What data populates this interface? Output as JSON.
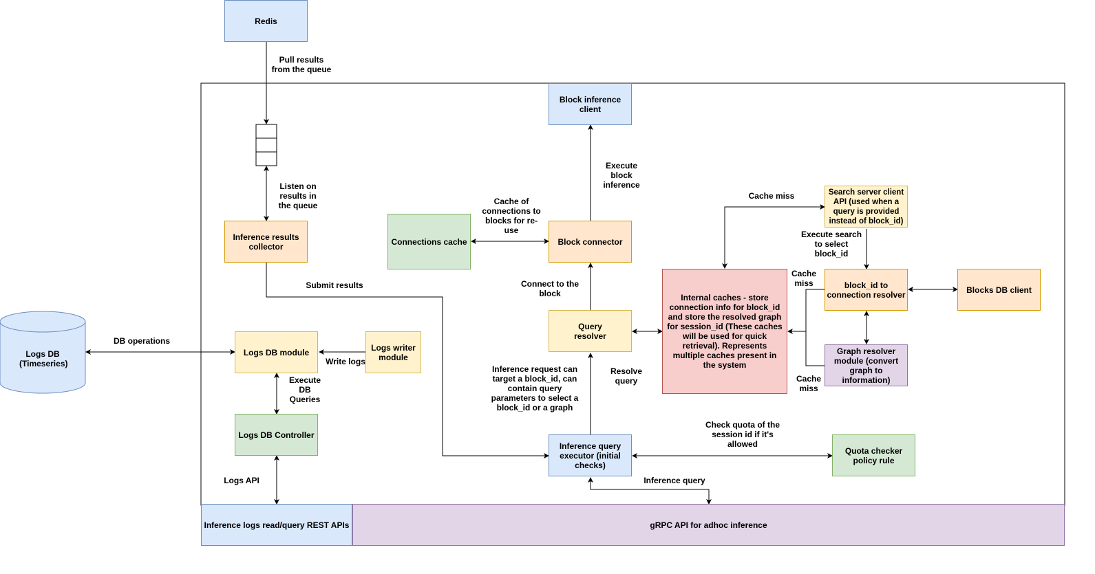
{
  "nodes": {
    "redis": "Redis",
    "block_inference_client": "Block inference client",
    "inference_results_collector": "Inference results collector",
    "connections_cache": "Connections cache",
    "block_connector": "Block connector",
    "search_server_client": "Search server client API (used when a query is provided instead of block_id)",
    "internal_caches": "Internal caches - store connection info for block_id and store the resolved graph for session_id (These caches will be used for quick retrieval). Represents multiple caches present in the system",
    "block_id_resolver": "block_id to connection resolver",
    "blocks_db_client": "Blocks DB client",
    "query_resolver": "Query resolver",
    "graph_resolver": "Graph resolver module (convert graph to information)",
    "logs_db": "Logs DB (Timeseries)",
    "logs_db_module": "Logs DB module",
    "logs_writer_module": "Logs writer module",
    "logs_db_controller": "Logs DB Controller",
    "inference_query_executor": "Inference query executor (initial checks)",
    "quota_checker": "Quota checker policy rule",
    "rest_apis": "Inference logs read/query REST APIs",
    "grpc_api": "gRPC API for adhoc inference"
  },
  "edges": {
    "pull_results": "Pull results\nfrom the queue",
    "listen_on_results": "Listen on\nresults in\nthe queue",
    "execute_block_inference": "Execute\nblock\ninference",
    "cache_of_connections": "Cache of\nconnections to\nblocks for re-\nuse",
    "cache_miss_top": "Cache miss",
    "execute_search": "Execute search\nto select\nblock_id",
    "cache_miss_right": "Cache\nmiss",
    "submit_results": "Submit results",
    "connect_to_block": "Connect to the\nblock",
    "db_operations": "DB operations",
    "write_logs": "Write logs",
    "execute_db_queries": "Execute\nDB\nQueries",
    "inference_request_note": "Inference request can\ntarget a block_id, can\ncontain query\nparameters to select a\nblock_id or a graph",
    "resolve_query": "Resolve\nquery",
    "cache_miss_bottom": "Cache\nmiss",
    "check_quota": "Check quota of the\nsession id if it's\nallowed",
    "logs_api": "Logs API",
    "inference_query": "Inference query"
  }
}
